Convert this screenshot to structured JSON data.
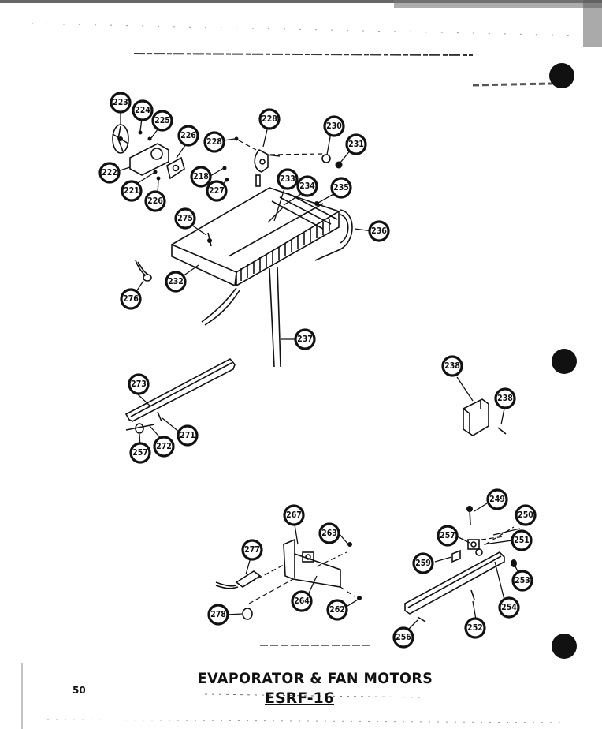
{
  "caption": {
    "title": "EVAPORATOR & FAN MOTORS",
    "model": "ESRF-16"
  },
  "page_number": "50",
  "callouts": [
    {
      "id": "223",
      "label": "223"
    },
    {
      "id": "224",
      "label": "224"
    },
    {
      "id": "225",
      "label": "225"
    },
    {
      "id": "226a",
      "label": "226"
    },
    {
      "id": "228a",
      "label": "228"
    },
    {
      "id": "228b",
      "label": "228"
    },
    {
      "id": "230",
      "label": "230"
    },
    {
      "id": "231",
      "label": "231"
    },
    {
      "id": "222",
      "label": "222"
    },
    {
      "id": "221",
      "label": "221"
    },
    {
      "id": "226b",
      "label": "226"
    },
    {
      "id": "218",
      "label": "218"
    },
    {
      "id": "227",
      "label": "227"
    },
    {
      "id": "233",
      "label": "233"
    },
    {
      "id": "234",
      "label": "234"
    },
    {
      "id": "235",
      "label": "235"
    },
    {
      "id": "275",
      "label": "275"
    },
    {
      "id": "236",
      "label": "236"
    },
    {
      "id": "232",
      "label": "232"
    },
    {
      "id": "276",
      "label": "276"
    },
    {
      "id": "237",
      "label": "237"
    },
    {
      "id": "273",
      "label": "273"
    },
    {
      "id": "238a",
      "label": "238"
    },
    {
      "id": "238b",
      "label": "238"
    },
    {
      "id": "271",
      "label": "271"
    },
    {
      "id": "257a",
      "label": "257"
    },
    {
      "id": "272",
      "label": "272"
    },
    {
      "id": "267",
      "label": "267"
    },
    {
      "id": "263",
      "label": "263"
    },
    {
      "id": "277",
      "label": "277"
    },
    {
      "id": "264",
      "label": "264"
    },
    {
      "id": "262",
      "label": "262"
    },
    {
      "id": "278",
      "label": "278"
    },
    {
      "id": "249",
      "label": "249"
    },
    {
      "id": "250",
      "label": "250"
    },
    {
      "id": "257b",
      "label": "257"
    },
    {
      "id": "251",
      "label": "251"
    },
    {
      "id": "259",
      "label": "259"
    },
    {
      "id": "253",
      "label": "253"
    },
    {
      "id": "254",
      "label": "254"
    },
    {
      "id": "252",
      "label": "252"
    },
    {
      "id": "256",
      "label": "256"
    }
  ]
}
